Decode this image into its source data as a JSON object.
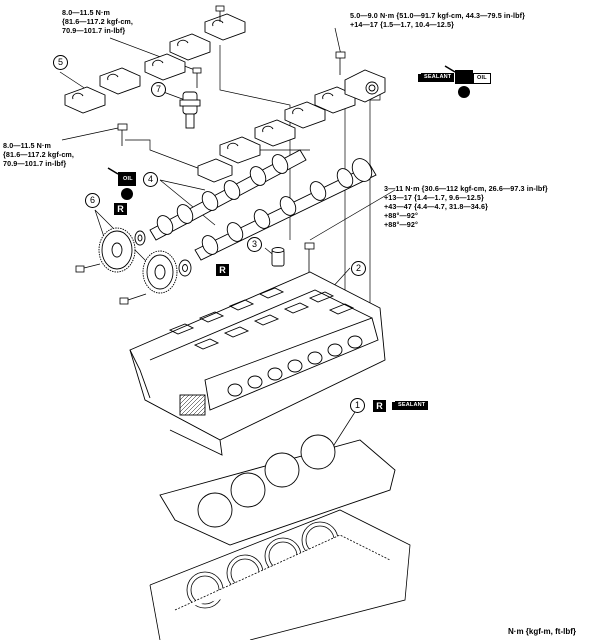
{
  "torques": {
    "t_top_left": [
      "8.0—11.5 N·m",
      "{81.6—117.2 kgf-cm,",
      "70.9—101.7 in-lbf}"
    ],
    "t_top_right": [
      "5.0—9.0 N·m {51.0—91.7 kgf-cm, 44.3—79.5 in-lbf}",
      "+14—17 {1.5—1.7, 10.4—12.5}"
    ],
    "t_mid_left": [
      "8.0—11.5 N·m",
      "{81.6—117.2 kgf-cm,",
      "70.9—101.7 in-lbf}"
    ],
    "t_mid_right": [
      "3—11 N·m {30.6—112 kgf-cm, 26.6—97.3 in-lbf}",
      "+13—17 {1.4—1.7, 9.6—12.5}",
      "+43—47 {4.4—4.7, 31.8—34.6}",
      "+88°—92°",
      "+88°—92°"
    ]
  },
  "callouts": {
    "c1": "1",
    "c2": "2",
    "c3": "3",
    "c4": "4",
    "c5": "5",
    "c6": "6",
    "c7": "7"
  },
  "symbols": {
    "replace": "R",
    "sealant": "SEALANT",
    "oil": "OIL"
  },
  "units_note": "N·m {kgf-m, ft-lbf}"
}
